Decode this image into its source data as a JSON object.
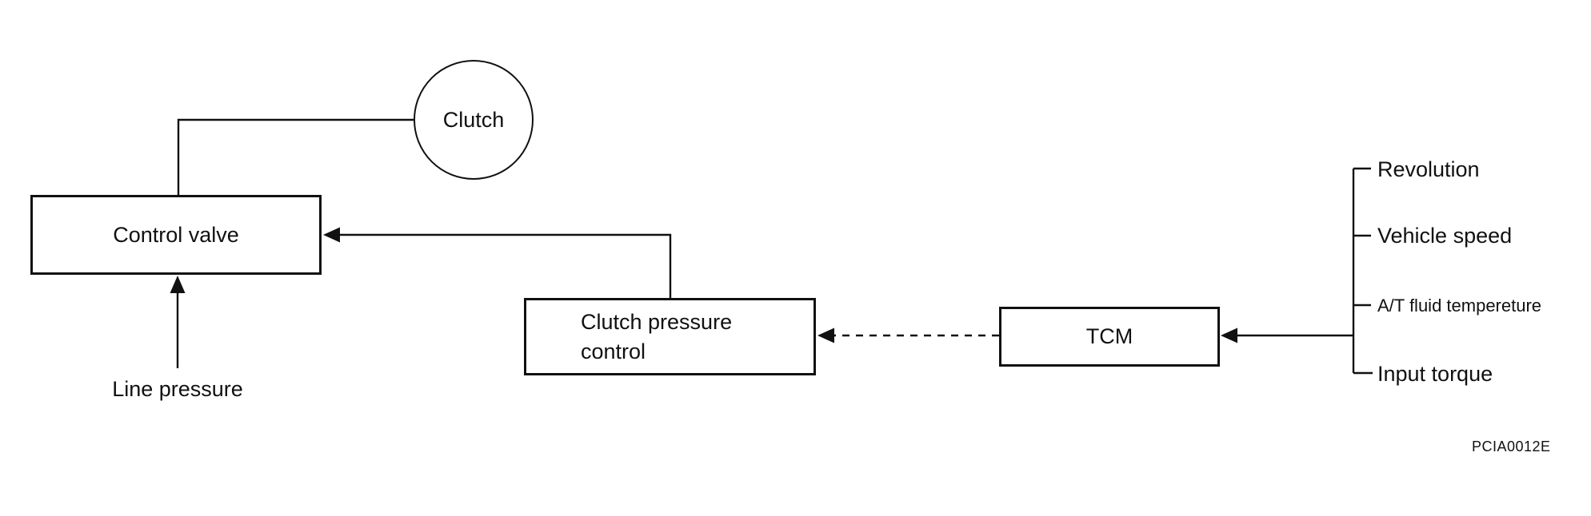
{
  "diagram": {
    "nodes": {
      "clutch": {
        "label": "Clutch",
        "shape": "circle"
      },
      "control_valve": {
        "label": "Control valve",
        "shape": "rect"
      },
      "clutch_pressure_control": {
        "label": "Clutch pressure control",
        "shape": "rect"
      },
      "tcm": {
        "label": "TCM",
        "shape": "rect"
      }
    },
    "annotations": {
      "line_pressure_label": "Line pressure",
      "figure_code": "PCIA0012E"
    },
    "tcm_inputs": [
      {
        "label": "Revolution"
      },
      {
        "label": "Vehicle speed"
      },
      {
        "label": "A/T fluid tempereture"
      },
      {
        "label": "Input torque"
      }
    ],
    "connectors": {
      "clutch_to_control_valve": "elbow line, no arrowhead",
      "clutch_pressure_control_to_control_valve": "solid elbow arrow, arrowhead at control valve",
      "line_pressure_to_control_valve": "solid vertical arrow pointing up",
      "tcm_to_clutch_pressure_control": "dashed horizontal arrow, arrowhead at clutch pressure control",
      "inputs_to_tcm": "solid horizontal arrow from input trunk, arrowhead at TCM"
    },
    "colors": {
      "line": "#111111",
      "text": "#111111",
      "background": "#ffffff"
    }
  }
}
